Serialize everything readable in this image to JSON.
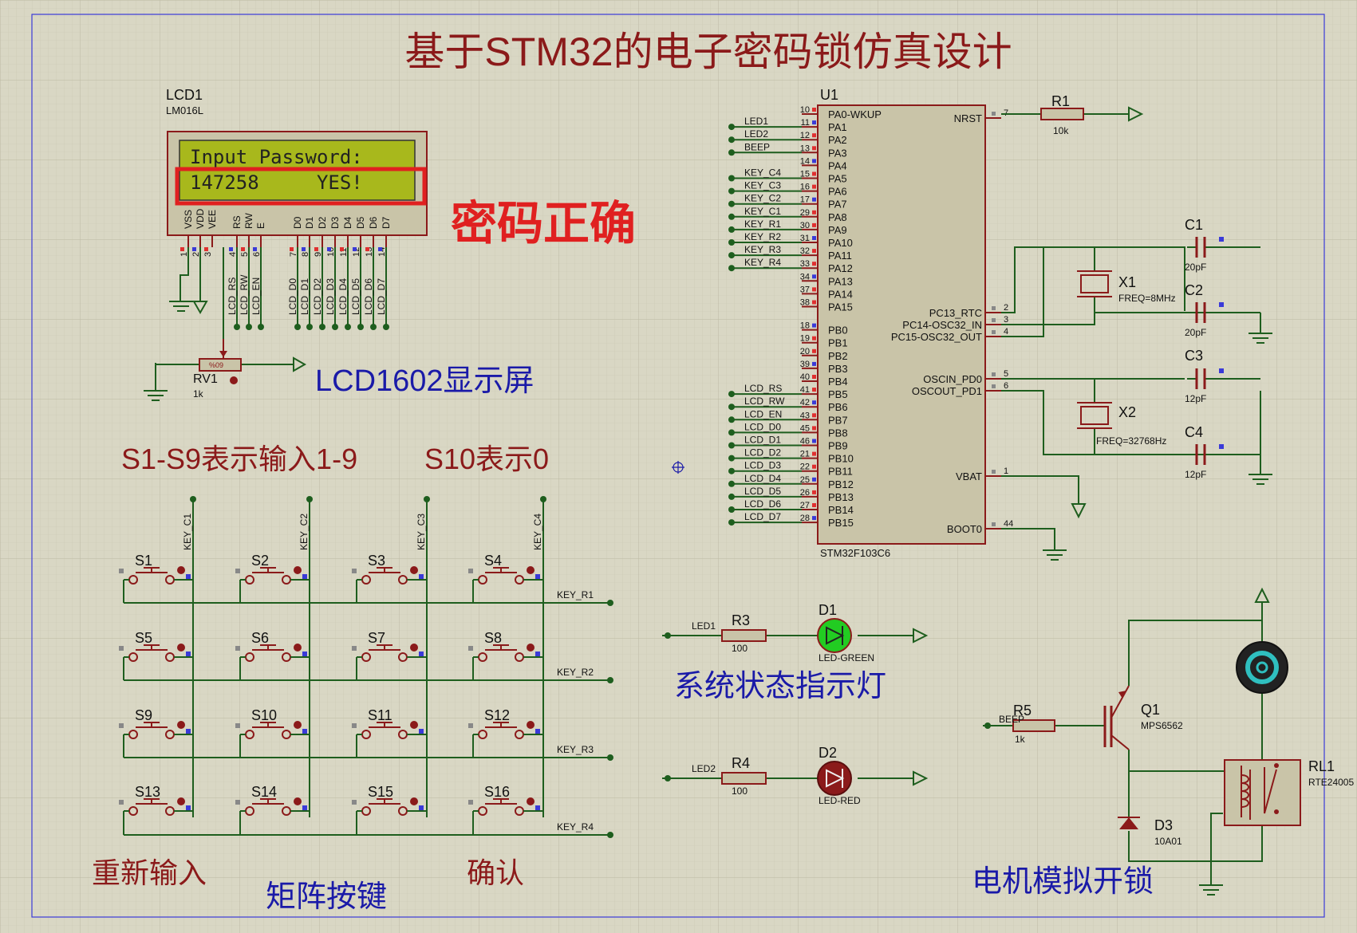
{
  "title": "基于STM32的电子密码锁仿真设计",
  "annotations": {
    "password_ok": "密码正确",
    "lcd_caption": "LCD1602显示屏",
    "keys_desc1": "S1-S9表示输入1-9",
    "keys_desc2": "S10表示0",
    "reinput": "重新输入",
    "matrix": "矩阵按键",
    "confirm": "确认",
    "status_led": "系统状态指示灯",
    "motor": "电机模拟开锁"
  },
  "lcd": {
    "ref": "LCD1",
    "model": "LM016L",
    "line1": "Input Password:",
    "line2": "147258     YES!",
    "pin_labels": [
      "VSS",
      "VDD",
      "VEE",
      "RS",
      "RW",
      "E",
      "D0",
      "D1",
      "D2",
      "D3",
      "D4",
      "D5",
      "D6",
      "D7"
    ],
    "pin_numbers": [
      "1",
      "2",
      "3",
      "4",
      "5",
      "6",
      "7",
      "8",
      "9",
      "10",
      "11",
      "12",
      "13",
      "14"
    ],
    "nets": [
      "LCD_RS",
      "LCD_RW",
      "LCD_EN",
      "LCD_D0",
      "LCD_D1",
      "LCD_D2",
      "LCD_D3",
      "LCD_D4",
      "LCD_D5",
      "LCD_D6",
      "LCD_D7"
    ]
  },
  "rv1": {
    "ref": "RV1",
    "value": "1k",
    "tag": "%09"
  },
  "mcu": {
    "ref": "U1",
    "part": "STM32F103C6",
    "left_pins": [
      {
        "num": "10",
        "name": "PA0-WKUP",
        "net": ""
      },
      {
        "num": "11",
        "name": "PA1",
        "net": "LED1"
      },
      {
        "num": "12",
        "name": "PA2",
        "net": "LED2"
      },
      {
        "num": "13",
        "name": "PA3",
        "net": "BEEP"
      },
      {
        "num": "14",
        "name": "PA4",
        "net": ""
      },
      {
        "num": "15",
        "name": "PA5",
        "net": "KEY_C4"
      },
      {
        "num": "16",
        "name": "PA6",
        "net": "KEY_C3"
      },
      {
        "num": "17",
        "name": "PA7",
        "net": "KEY_C2"
      },
      {
        "num": "29",
        "name": "PA8",
        "net": "KEY_C1"
      },
      {
        "num": "30",
        "name": "PA9",
        "net": "KEY_R1"
      },
      {
        "num": "31",
        "name": "PA10",
        "net": "KEY_R2"
      },
      {
        "num": "32",
        "name": "PA11",
        "net": "KEY_R3"
      },
      {
        "num": "33",
        "name": "PA12",
        "net": "KEY_R4"
      },
      {
        "num": "34",
        "name": "PA13",
        "net": ""
      },
      {
        "num": "37",
        "name": "PA14",
        "net": ""
      },
      {
        "num": "38",
        "name": "PA15",
        "net": ""
      },
      {
        "num": "18",
        "name": "PB0",
        "net": ""
      },
      {
        "num": "19",
        "name": "PB1",
        "net": ""
      },
      {
        "num": "20",
        "name": "PB2",
        "net": ""
      },
      {
        "num": "39",
        "name": "PB3",
        "net": ""
      },
      {
        "num": "40",
        "name": "PB4",
        "net": ""
      },
      {
        "num": "41",
        "name": "PB5",
        "net": "LCD_RS"
      },
      {
        "num": "42",
        "name": "PB6",
        "net": "LCD_RW"
      },
      {
        "num": "43",
        "name": "PB7",
        "net": "LCD_EN"
      },
      {
        "num": "45",
        "name": "PB8",
        "net": "LCD_D0"
      },
      {
        "num": "46",
        "name": "PB9",
        "net": "LCD_D1"
      },
      {
        "num": "21",
        "name": "PB10",
        "net": "LCD_D2"
      },
      {
        "num": "22",
        "name": "PB11",
        "net": "LCD_D3"
      },
      {
        "num": "25",
        "name": "PB12",
        "net": "LCD_D4"
      },
      {
        "num": "26",
        "name": "PB13",
        "net": "LCD_D5"
      },
      {
        "num": "27",
        "name": "PB14",
        "net": "LCD_D6"
      },
      {
        "num": "28",
        "name": "PB15",
        "net": "LCD_D7"
      }
    ],
    "right_pins": [
      {
        "num": "7",
        "name": "NRST"
      },
      {
        "num": "2",
        "name": "PC13_RTC"
      },
      {
        "num": "3",
        "name": "PC14-OSC32_IN"
      },
      {
        "num": "4",
        "name": "PC15-OSC32_OUT"
      },
      {
        "num": "5",
        "name": "OSCIN_PD0"
      },
      {
        "num": "6",
        "name": "OSCOUT_PD1"
      },
      {
        "num": "1",
        "name": "VBAT"
      },
      {
        "num": "44",
        "name": "BOOT0"
      }
    ]
  },
  "r1": {
    "ref": "R1",
    "value": "10k"
  },
  "c1": {
    "ref": "C1",
    "value": "20pF"
  },
  "c2": {
    "ref": "C2",
    "value": "20pF"
  },
  "c3": {
    "ref": "C3",
    "value": "12pF"
  },
  "c4": {
    "ref": "C4",
    "value": "12pF"
  },
  "x1": {
    "ref": "X1",
    "freq": "FREQ=8MHz"
  },
  "x2": {
    "ref": "X2",
    "freq": "FREQ=32768Hz"
  },
  "switches": [
    "S1",
    "S2",
    "S3",
    "S4",
    "S5",
    "S6",
    "S7",
    "S8",
    "S9",
    "S10",
    "S11",
    "S12",
    "S13",
    "S14",
    "S15",
    "S16"
  ],
  "key_cols": [
    "KEY_C1",
    "KEY_C2",
    "KEY_C3",
    "KEY_C4"
  ],
  "key_rows": [
    "KEY_R1",
    "KEY_R2",
    "KEY_R3",
    "KEY_R4"
  ],
  "r3": {
    "ref": "R3",
    "value": "100",
    "net": "LED1"
  },
  "d1": {
    "ref": "D1",
    "type": "LED-GREEN"
  },
  "r4": {
    "ref": "R4",
    "value": "100",
    "net": "LED2"
  },
  "d2": {
    "ref": "D2",
    "type": "LED-RED"
  },
  "r5": {
    "ref": "R5",
    "value": "1k",
    "net": "BEEP"
  },
  "q1": {
    "ref": "Q1",
    "part": "MPS6562"
  },
  "d3": {
    "ref": "D3",
    "part": "10A01"
  },
  "rl1": {
    "ref": "RL1",
    "part": "RTE24005"
  },
  "colors": {
    "wire": "#1e5e1e",
    "part": "#8b1a1a",
    "title": "#8b1a1a",
    "blue_note": "#1a1aa8",
    "red_note": "#e02020",
    "lcd_screen": "#a8b81c"
  }
}
